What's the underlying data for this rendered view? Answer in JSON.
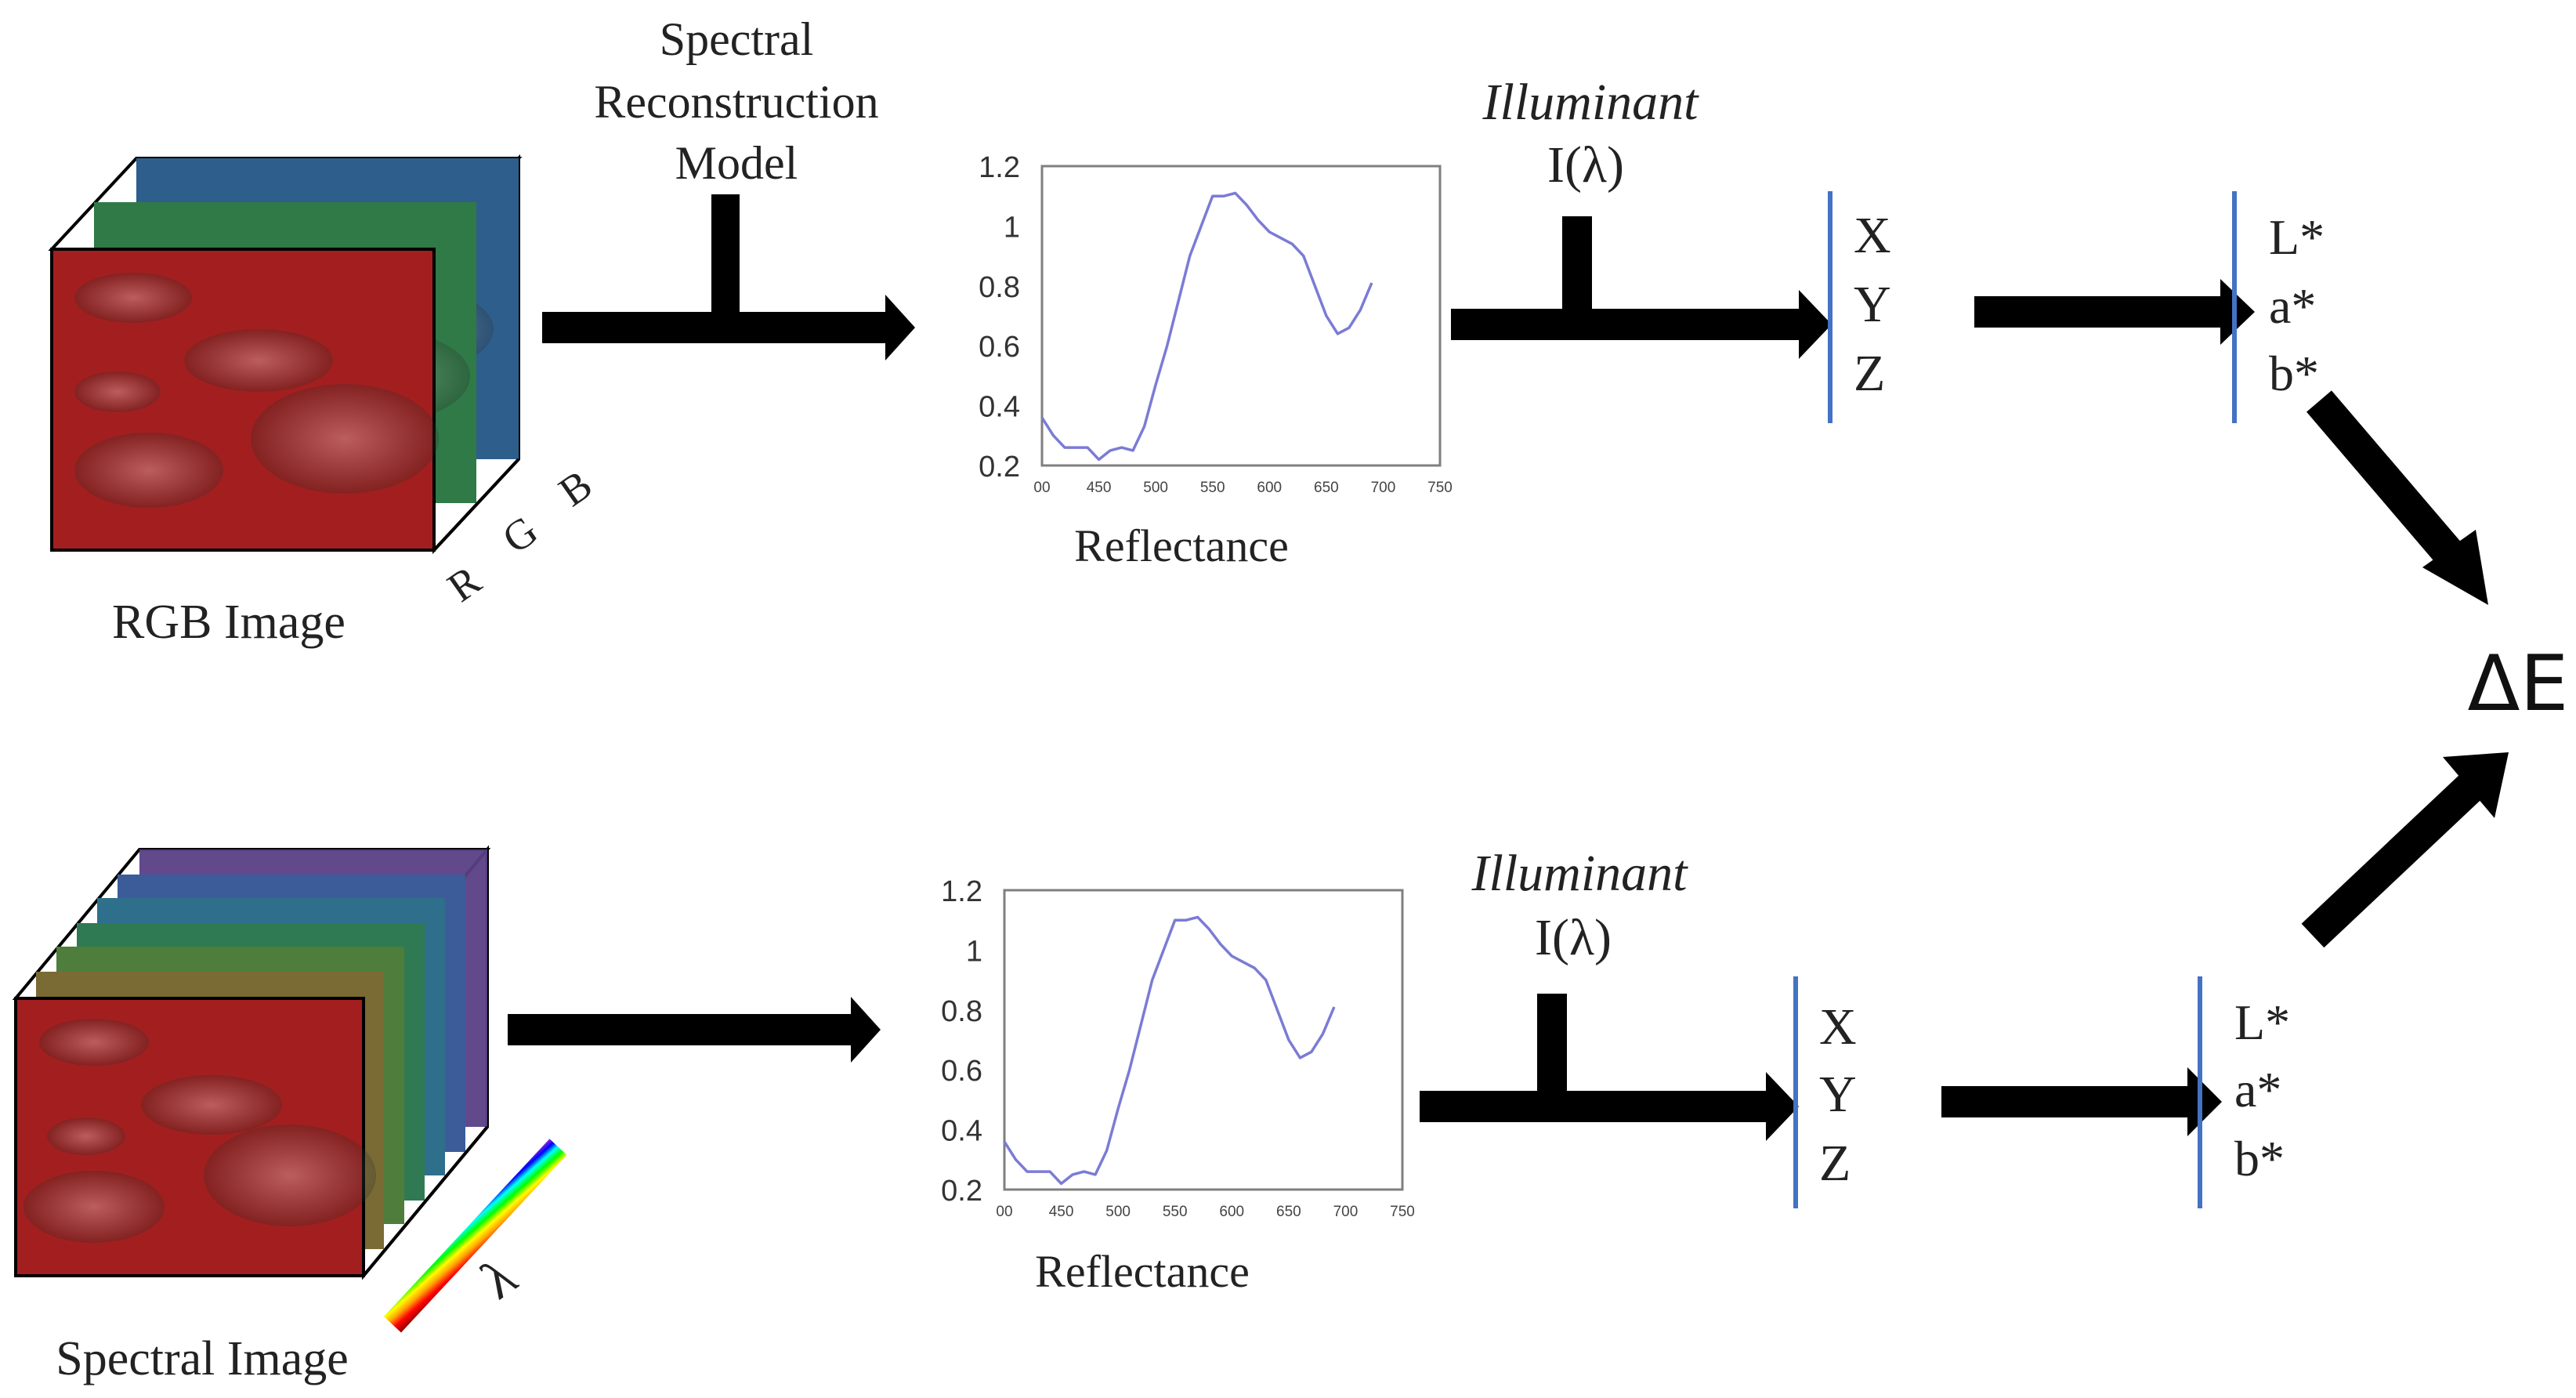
{
  "colors": {
    "arrow": "#000000",
    "separator": "#4472c4",
    "curve": "#7b7bd6",
    "red_layer": "#a31f1f",
    "green_layer": "#2f7a46",
    "blue_layer": "#2e5f8c",
    "purple_layer": "#5a3f86"
  },
  "top": {
    "image_caption": "RGB Image",
    "channel_labels": [
      "R",
      "G",
      "B"
    ],
    "model_label": [
      "Spectral",
      "Reconstruction",
      "Model"
    ],
    "reflectance_caption": "Reflectance",
    "illuminant_title": "Illuminant",
    "illuminant_symbol": "I(λ)",
    "xyz": [
      "X",
      "Y",
      "Z"
    ],
    "lab": [
      "L*",
      "a*",
      "b*"
    ]
  },
  "bottom": {
    "image_caption": "Spectral Image",
    "lambda_symbol": "λ",
    "reflectance_caption": "Reflectance",
    "illuminant_title": "Illuminant",
    "illuminant_symbol": "I(λ)",
    "xyz": [
      "X",
      "Y",
      "Z"
    ],
    "lab": [
      "L*",
      "a*",
      "b*"
    ]
  },
  "delta_e": "ΔE",
  "chart_data": [
    {
      "type": "line",
      "title": "",
      "xlabel": "Reflectance",
      "ylabel": "",
      "xlim": [
        400,
        750
      ],
      "ylim": [
        0.2,
        1.2
      ],
      "x_tick_labels": [
        "00",
        "450",
        "500",
        "550",
        "600",
        "650",
        "700",
        "750"
      ],
      "y_tick_labels": [
        "0.2",
        "0.4",
        "0.6",
        "0.8",
        "1",
        "1.2"
      ],
      "x": [
        400,
        410,
        420,
        430,
        440,
        450,
        460,
        470,
        480,
        490,
        500,
        510,
        520,
        530,
        540,
        550,
        560,
        570,
        580,
        590,
        600,
        610,
        620,
        630,
        640,
        650,
        660,
        670,
        680,
        690
      ],
      "y": [
        0.36,
        0.3,
        0.26,
        0.26,
        0.26,
        0.22,
        0.25,
        0.26,
        0.25,
        0.33,
        0.47,
        0.6,
        0.75,
        0.9,
        1.0,
        1.1,
        1.1,
        1.11,
        1.07,
        1.02,
        0.98,
        0.96,
        0.94,
        0.9,
        0.8,
        0.7,
        0.64,
        0.66,
        0.72,
        0.81
      ]
    },
    {
      "type": "line",
      "title": "",
      "xlabel": "Reflectance",
      "ylabel": "",
      "xlim": [
        400,
        750
      ],
      "ylim": [
        0.2,
        1.2
      ],
      "x_tick_labels": [
        "00",
        "450",
        "500",
        "550",
        "600",
        "650",
        "700",
        "750"
      ],
      "y_tick_labels": [
        "0.2",
        "0.4",
        "0.6",
        "0.8",
        "1",
        "1.2"
      ],
      "x": [
        400,
        410,
        420,
        430,
        440,
        450,
        460,
        470,
        480,
        490,
        500,
        510,
        520,
        530,
        540,
        550,
        560,
        570,
        580,
        590,
        600,
        610,
        620,
        630,
        640,
        650,
        660,
        670,
        680,
        690
      ],
      "y": [
        0.36,
        0.3,
        0.26,
        0.26,
        0.26,
        0.22,
        0.25,
        0.26,
        0.25,
        0.33,
        0.47,
        0.6,
        0.75,
        0.9,
        1.0,
        1.1,
        1.1,
        1.11,
        1.07,
        1.02,
        0.98,
        0.96,
        0.94,
        0.9,
        0.8,
        0.7,
        0.64,
        0.66,
        0.72,
        0.81
      ]
    }
  ]
}
